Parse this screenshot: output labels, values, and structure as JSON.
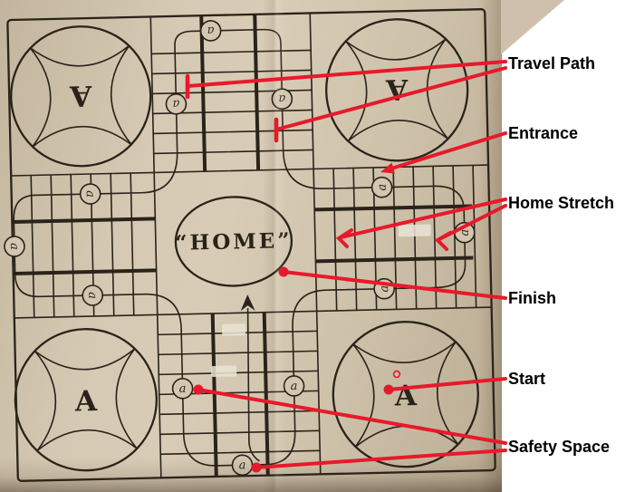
{
  "figure": {
    "description": "Annotated vintage parcheesi-style game board photograph",
    "board_title": "“HOME”",
    "corner_letters": {
      "top_left": "A",
      "top_right": "A",
      "bottom_left": "A",
      "bottom_right": "A"
    },
    "safety_letter": "a"
  },
  "annotations": {
    "labels": [
      {
        "id": "travel-path",
        "text": "Travel Path"
      },
      {
        "id": "entrance",
        "text": "Entrance"
      },
      {
        "id": "home-stretch",
        "text": "Home Stretch"
      },
      {
        "id": "finish",
        "text": "Finish"
      },
      {
        "id": "start",
        "text": "Start"
      },
      {
        "id": "safety-space",
        "text": "Safety Space"
      }
    ]
  },
  "palette": {
    "accent_red": "#e8192b",
    "board_ink": "#2a231a",
    "photo_tan": "#cfc2ab",
    "label_text": "#000000",
    "page_bg": "#ffffff"
  }
}
